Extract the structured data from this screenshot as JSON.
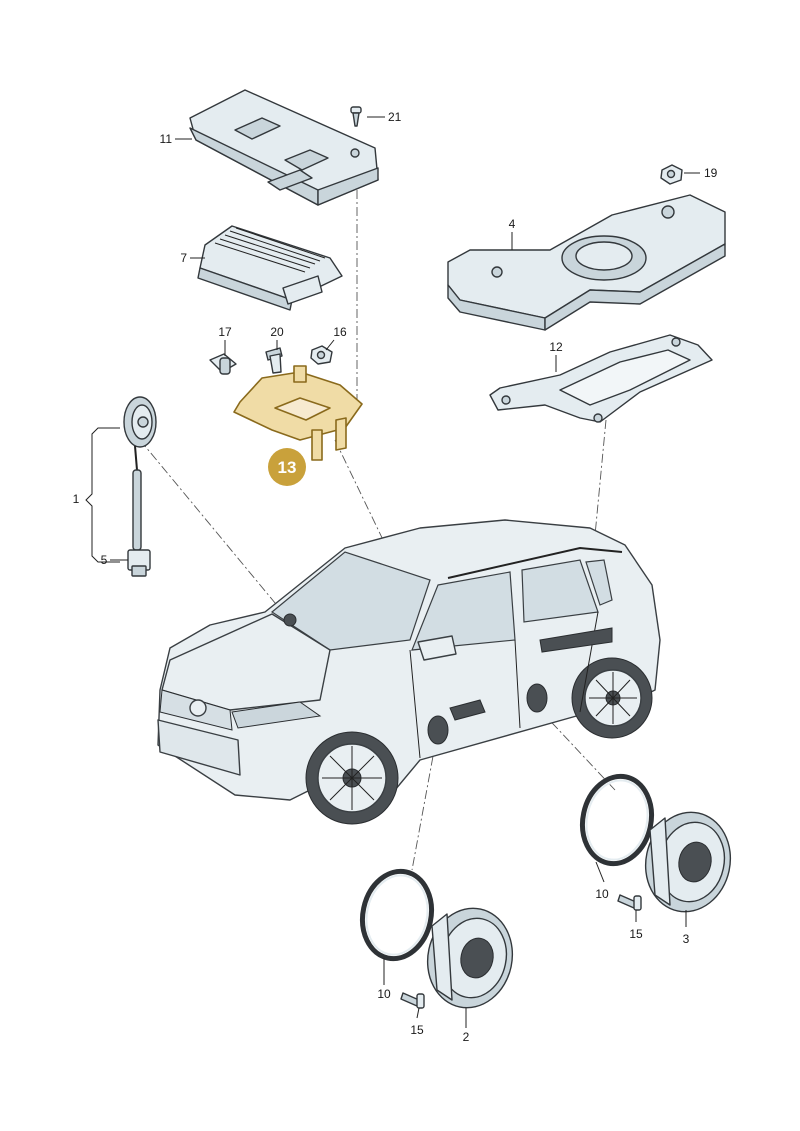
{
  "diagram": {
    "highlight_color": "#c9a13b",
    "highlighted_part": "13",
    "labels": {
      "p1": "1",
      "p2": "2",
      "p3": "3",
      "p4": "4",
      "p5": "5",
      "p7": "7",
      "p10a": "10",
      "p10b": "10",
      "p11": "11",
      "p12": "12",
      "p13": "13",
      "p15a": "15",
      "p15b": "15",
      "p16": "16",
      "p17": "17",
      "p19": "19",
      "p20": "20",
      "p21": "21"
    }
  }
}
